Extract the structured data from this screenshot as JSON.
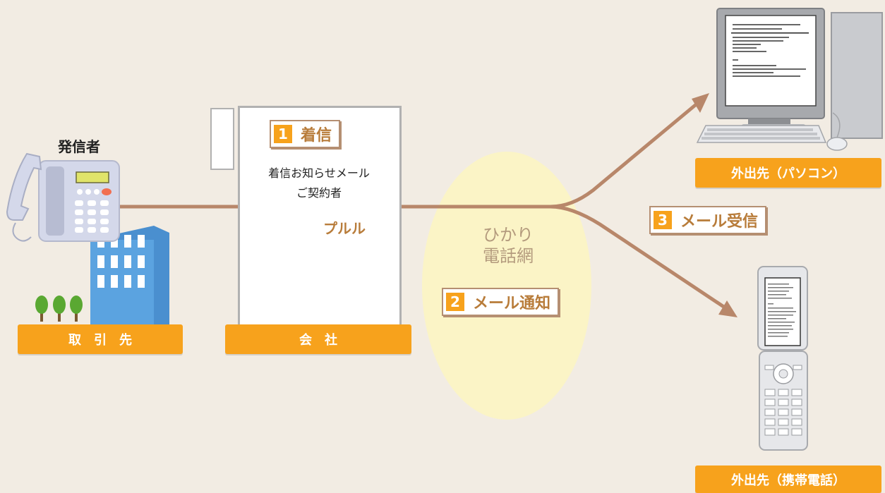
{
  "caller_label": "発信者",
  "business_partner_label": "取　引　先",
  "company_label": "会　社",
  "company_service_text": [
    "着信お知らせメール",
    "ご契約者"
  ],
  "ring_sound": "プルル",
  "network_label": [
    "ひかり",
    "電話網"
  ],
  "steps": [
    {
      "num": "1",
      "label": "着信"
    },
    {
      "num": "2",
      "label": "メール通知"
    },
    {
      "num": "3",
      "label": "メール受信"
    }
  ],
  "destinations": {
    "pc_label": "外出先（パソコン）",
    "mobile_label": "外出先（携帯電話）"
  },
  "colors": {
    "accent_orange": "#f7a21c",
    "line_brown": "#b8876a",
    "step_text": "#b87c3a",
    "network_ellipse": "#fbf4c6"
  }
}
